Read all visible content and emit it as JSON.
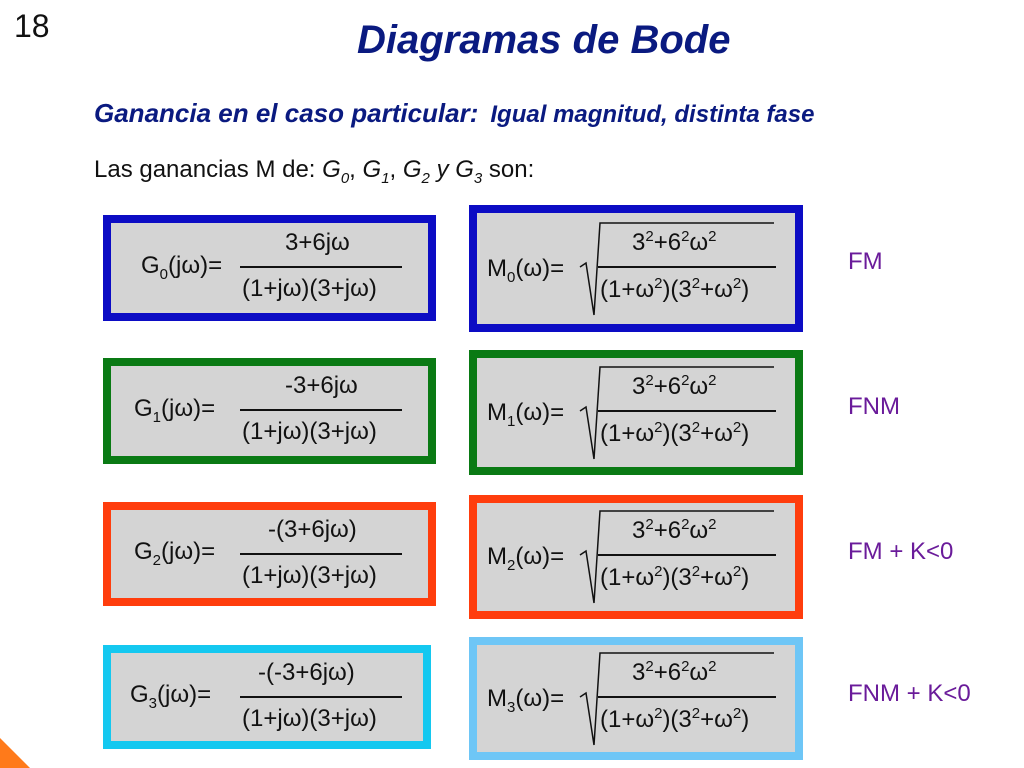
{
  "slide_number": "18",
  "title": "Diagramas de Bode",
  "subtitle": {
    "part1": "Ganancia en el caso particular:",
    "part2": "Igual magnitud, distinta fase"
  },
  "intro": {
    "prefix": "Las ganancias M de:",
    "g0": "G",
    "g0_sub": "0",
    "sep1": ",",
    "g1": "G",
    "g1_sub": "1",
    "sep2": ",",
    "g2": "G",
    "g2_sub": "2",
    "conj": "y",
    "g3": "G",
    "g3_sub": "3",
    "suffix": "son:"
  },
  "colors": {
    "row0": "#0c0cc4",
    "row1": "#0a7a14",
    "row2": "#ff3d0d",
    "row3_left": "#14c8f0",
    "row3_right": "#6ec6f6",
    "label": "#6a1b9a",
    "title": "#0a1a80"
  },
  "rows": [
    {
      "g_lhs_main": "G",
      "g_lhs_sub": "0",
      "g_lhs_rest": "(jω)=",
      "g_num": "3+6jω",
      "g_den": "(1+jω)(3+jω)",
      "m_lhs_main": "M",
      "m_lhs_sub": "0",
      "m_lhs_rest": "(ω)=",
      "m_num_a": "3",
      "m_num_a_sup": "2",
      "m_num_b": "+6",
      "m_num_b_sup": "2",
      "m_num_c": "ω",
      "m_num_c_sup": "2",
      "m_den_a": "(1+ω",
      "m_den_a_sup": "2",
      "m_den_b": ")(3",
      "m_den_b_sup": "2",
      "m_den_c": "+ω",
      "m_den_c_sup": "2",
      "m_den_d": ")",
      "label": "FM"
    },
    {
      "g_lhs_main": "G",
      "g_lhs_sub": "1",
      "g_lhs_rest": "(jω)=",
      "g_num": "-3+6jω",
      "g_den": "(1+jω)(3+jω)",
      "m_lhs_main": "M",
      "m_lhs_sub": "1",
      "m_lhs_rest": "(ω)=",
      "m_num_a": "3",
      "m_num_a_sup": "2",
      "m_num_b": "+6",
      "m_num_b_sup": "2",
      "m_num_c": "ω",
      "m_num_c_sup": "2",
      "m_den_a": "(1+ω",
      "m_den_a_sup": "2",
      "m_den_b": ")(3",
      "m_den_b_sup": "2",
      "m_den_c": "+ω",
      "m_den_c_sup": "2",
      "m_den_d": ")",
      "label": "FNM"
    },
    {
      "g_lhs_main": "G",
      "g_lhs_sub": "2",
      "g_lhs_rest": "(jω)=",
      "g_num": "-(3+6jω)",
      "g_den": "(1+jω)(3+jω)",
      "m_lhs_main": "M",
      "m_lhs_sub": "2",
      "m_lhs_rest": "(ω)=",
      "m_num_a": "3",
      "m_num_a_sup": "2",
      "m_num_b": "+6",
      "m_num_b_sup": "2",
      "m_num_c": "ω",
      "m_num_c_sup": "2",
      "m_den_a": "(1+ω",
      "m_den_a_sup": "2",
      "m_den_b": ")(3",
      "m_den_b_sup": "2",
      "m_den_c": "+ω",
      "m_den_c_sup": "2",
      "m_den_d": ")",
      "label": "FM + K<0"
    },
    {
      "g_lhs_main": "G",
      "g_lhs_sub": "3",
      "g_lhs_rest": "(jω)=",
      "g_num": "-(-3+6jω)",
      "g_den": "(1+jω)(3+jω)",
      "m_lhs_main": "M",
      "m_lhs_sub": "3",
      "m_lhs_rest": "(ω)=",
      "m_num_a": "3",
      "m_num_a_sup": "2",
      "m_num_b": "+6",
      "m_num_b_sup": "2",
      "m_num_c": "ω",
      "m_num_c_sup": "2",
      "m_den_a": "(1+ω",
      "m_den_a_sup": "2",
      "m_den_b": ")(3",
      "m_den_b_sup": "2",
      "m_den_c": "+ω",
      "m_den_c_sup": "2",
      "m_den_d": ")",
      "label": "FNM + K<0"
    }
  ]
}
